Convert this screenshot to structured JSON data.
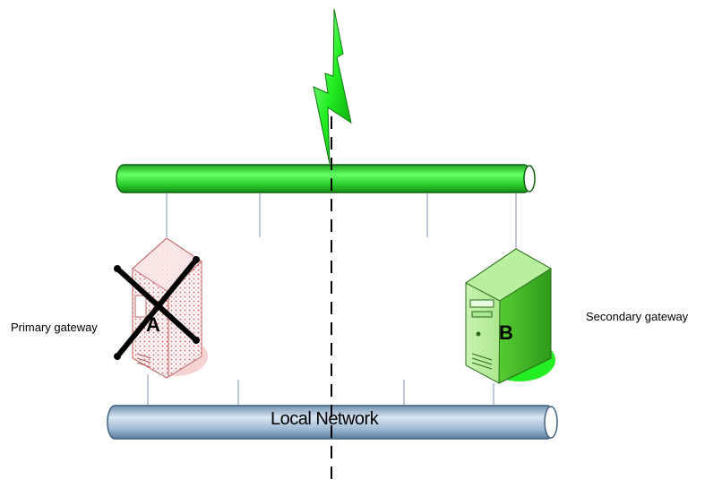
{
  "diagram": {
    "labels": {
      "primary_gateway": "Primary gateway",
      "secondary_gateway": "Secondary gateway",
      "local_network": "Local Network",
      "server_a": "A",
      "server_b": "B"
    },
    "colors": {
      "wan_pipe": "#33dd33",
      "lan_pipe": "#a8c4dc",
      "lightning": "#22ee22",
      "server_b_body": "#66ee44",
      "server_a_pattern": "#e8a0a0",
      "failure_cross": "#000000"
    },
    "states": {
      "primary_gateway": "failed",
      "secondary_gateway": "active"
    }
  }
}
